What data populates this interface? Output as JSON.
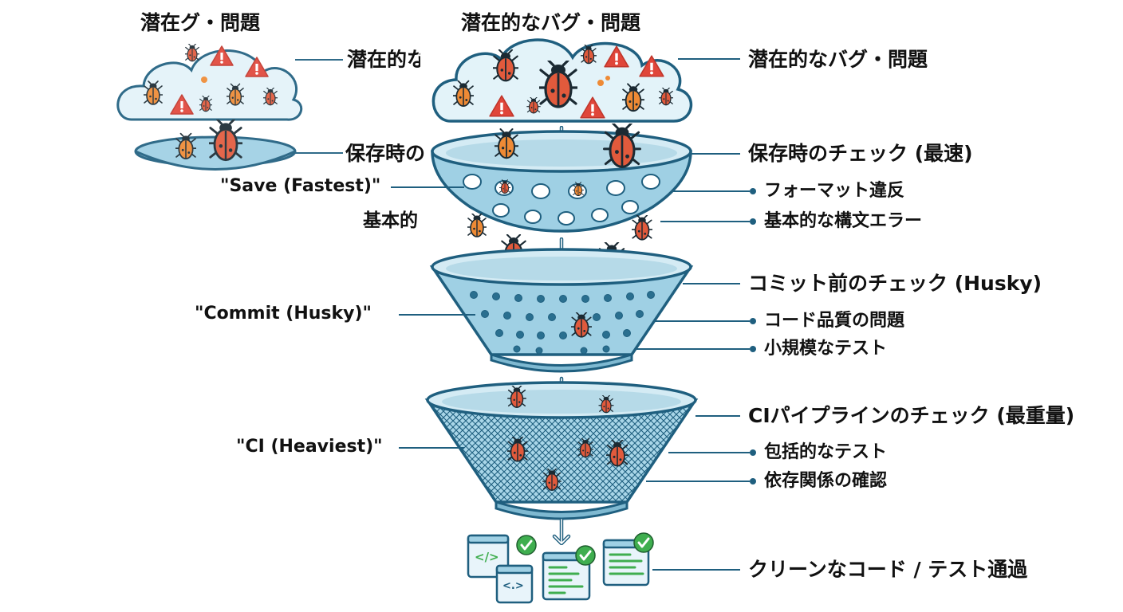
{
  "colors": {
    "outline": "#1f5f7f",
    "bowl_fill": "#9fd0e4",
    "bowl_light": "#d4ebf4",
    "bug_red": "#e15a3c",
    "bug_orange": "#ee8a35",
    "warning_red": "#e0463a",
    "check_green": "#3fae4f",
    "text": "#111111"
  },
  "ghost": {
    "header": "潜在グ・問題",
    "cloud_label": "潜在的な",
    "save_label": "保存時の",
    "sub_label": "基本的"
  },
  "header_top": "潜在的なバグ・問題",
  "stages": {
    "source": {
      "label": "潜在的なバグ・問題"
    },
    "save": {
      "title": "保存時のチェック (最速)",
      "tag": "\"Save (Fastest)\"",
      "items": [
        "フォーマット違反",
        "基本的な構文エラー"
      ]
    },
    "commit": {
      "title": "コミット前のチェック (Husky)",
      "tag": "\"Commit (Husky)\"",
      "items": [
        "コード品質の問題",
        "小規模なテスト"
      ]
    },
    "ci": {
      "title": "CIパイプラインのチェック (最重量)",
      "tag": "\"CI (Heaviest)\"",
      "items": [
        "包括的なテスト",
        "依存関係の確認"
      ]
    },
    "output": {
      "title": "クリーンなコード / テスト通過",
      "code_glyph": "</>",
      "code_glyph2": "<.>"
    }
  }
}
